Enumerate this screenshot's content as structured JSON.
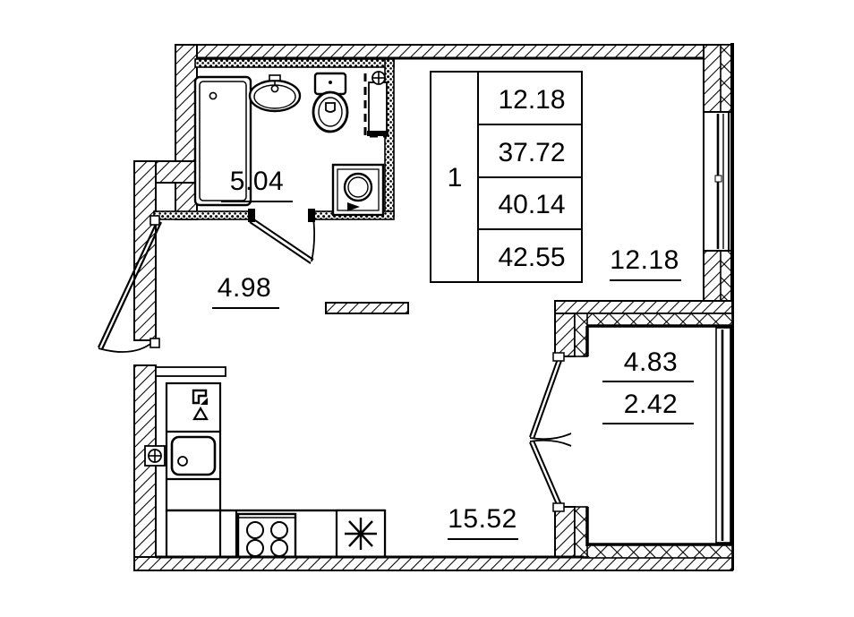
{
  "document": {
    "type": "apartment-floor-plan",
    "title": "Floor plan"
  },
  "info_table": {
    "apartment_number": "1",
    "rows": [
      {
        "value": "12.18"
      },
      {
        "value": "37.72"
      },
      {
        "value": "40.14"
      },
      {
        "value": "42.55"
      }
    ]
  },
  "rooms": [
    {
      "name": "bathroom",
      "area": "5.04"
    },
    {
      "name": "hallway",
      "area": "4.98"
    },
    {
      "name": "living-room",
      "area": "12.18"
    },
    {
      "name": "kitchen-living",
      "area": "15.52"
    },
    {
      "name": "balcony-area",
      "area": "4.83"
    },
    {
      "name": "balcony-reduced",
      "area": "2.42"
    }
  ],
  "fixtures": [
    {
      "name": "bathtub"
    },
    {
      "name": "washbasin"
    },
    {
      "name": "toilet"
    },
    {
      "name": "washing-machine"
    },
    {
      "name": "riser-shaft"
    },
    {
      "name": "kitchen-sink"
    },
    {
      "name": "refrigerator"
    },
    {
      "name": "cooktop"
    },
    {
      "name": "radiator"
    }
  ],
  "colors": {
    "line": "#000000",
    "background": "#ffffff"
  }
}
